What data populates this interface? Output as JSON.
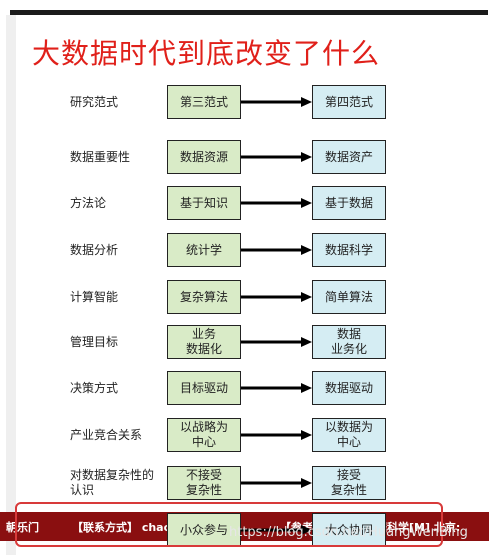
{
  "title": "大数据时代到底改变了什么",
  "rows": [
    {
      "label": "研究范式",
      "from": "第三范式",
      "to": "第四范式"
    },
    {
      "label": "数据重要性",
      "from": "数据资源",
      "to": "数据资产"
    },
    {
      "label": "方法论",
      "from": "基于知识",
      "to": "基于数据"
    },
    {
      "label": "数据分析",
      "from": "统计学",
      "to": "数据科学"
    },
    {
      "label": "计算智能",
      "from": "复杂算法",
      "to": "简单算法"
    },
    {
      "label": "管理目标",
      "from": "业务\n数据化",
      "to": "数据\n业务化"
    },
    {
      "label": "决策方式",
      "from": "目标驱动",
      "to": "数据驱动"
    },
    {
      "label": "产业竞合关系",
      "from": "以战略为\n中心",
      "to": "以数据为\n中心"
    },
    {
      "label": "对数据复杂性的\n认识",
      "from": "不接受\n复杂性",
      "to": "接受\n复杂性"
    },
    {
      "label": "",
      "from": "小众参与",
      "to": "大众协同"
    }
  ],
  "footer": {
    "part1": "朝乐门",
    "part2": "【联系方式】 chaol",
    "part3": "【参考",
    "part4": "据科学[M] 北京:"
  },
  "watermark": "https://blog.csdn.net/HuangWenBing",
  "colors": {
    "title": "#e0201a",
    "left_box": "#d9ebc7",
    "right_box": "#d5edf3",
    "footer": "#8a0f10",
    "highlight": "#d83a3a"
  }
}
